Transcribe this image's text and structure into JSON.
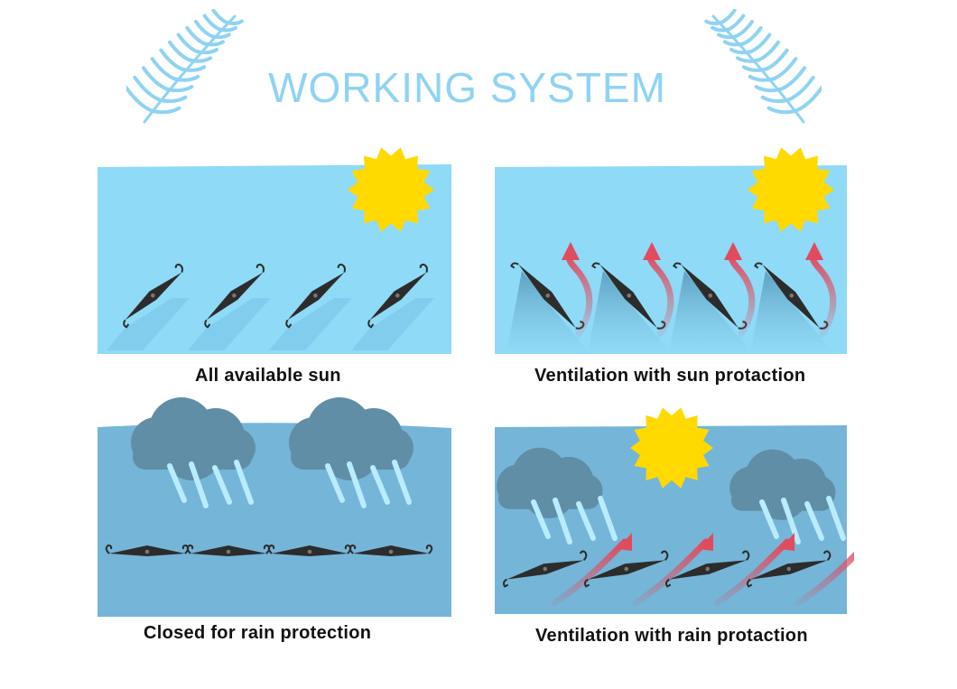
{
  "title": "WORKING SYSTEM",
  "colors": {
    "title": "#8fd3f3",
    "sky_clear": "#8fdaf7",
    "sky_rain": "#75b5d8",
    "sun": "#ffd900",
    "cloud": "#5f8ea6",
    "louver": "#2c2c2c",
    "airflow": "#e04b5e",
    "rain": "#b9ecff",
    "leaf": "#8fd3f3"
  },
  "decorations": {
    "left_leaf_icon": "palm-leaf-icon",
    "right_leaf_icon": "palm-leaf-icon"
  },
  "panels": [
    {
      "id": "sun",
      "caption": "All available sun"
    },
    {
      "id": "vent-sun",
      "caption": "Ventilation with sun protaction"
    },
    {
      "id": "closed-rain",
      "caption": "Closed for rain protection"
    },
    {
      "id": "vent-rain",
      "caption": "Ventilation with rain protaction"
    }
  ]
}
